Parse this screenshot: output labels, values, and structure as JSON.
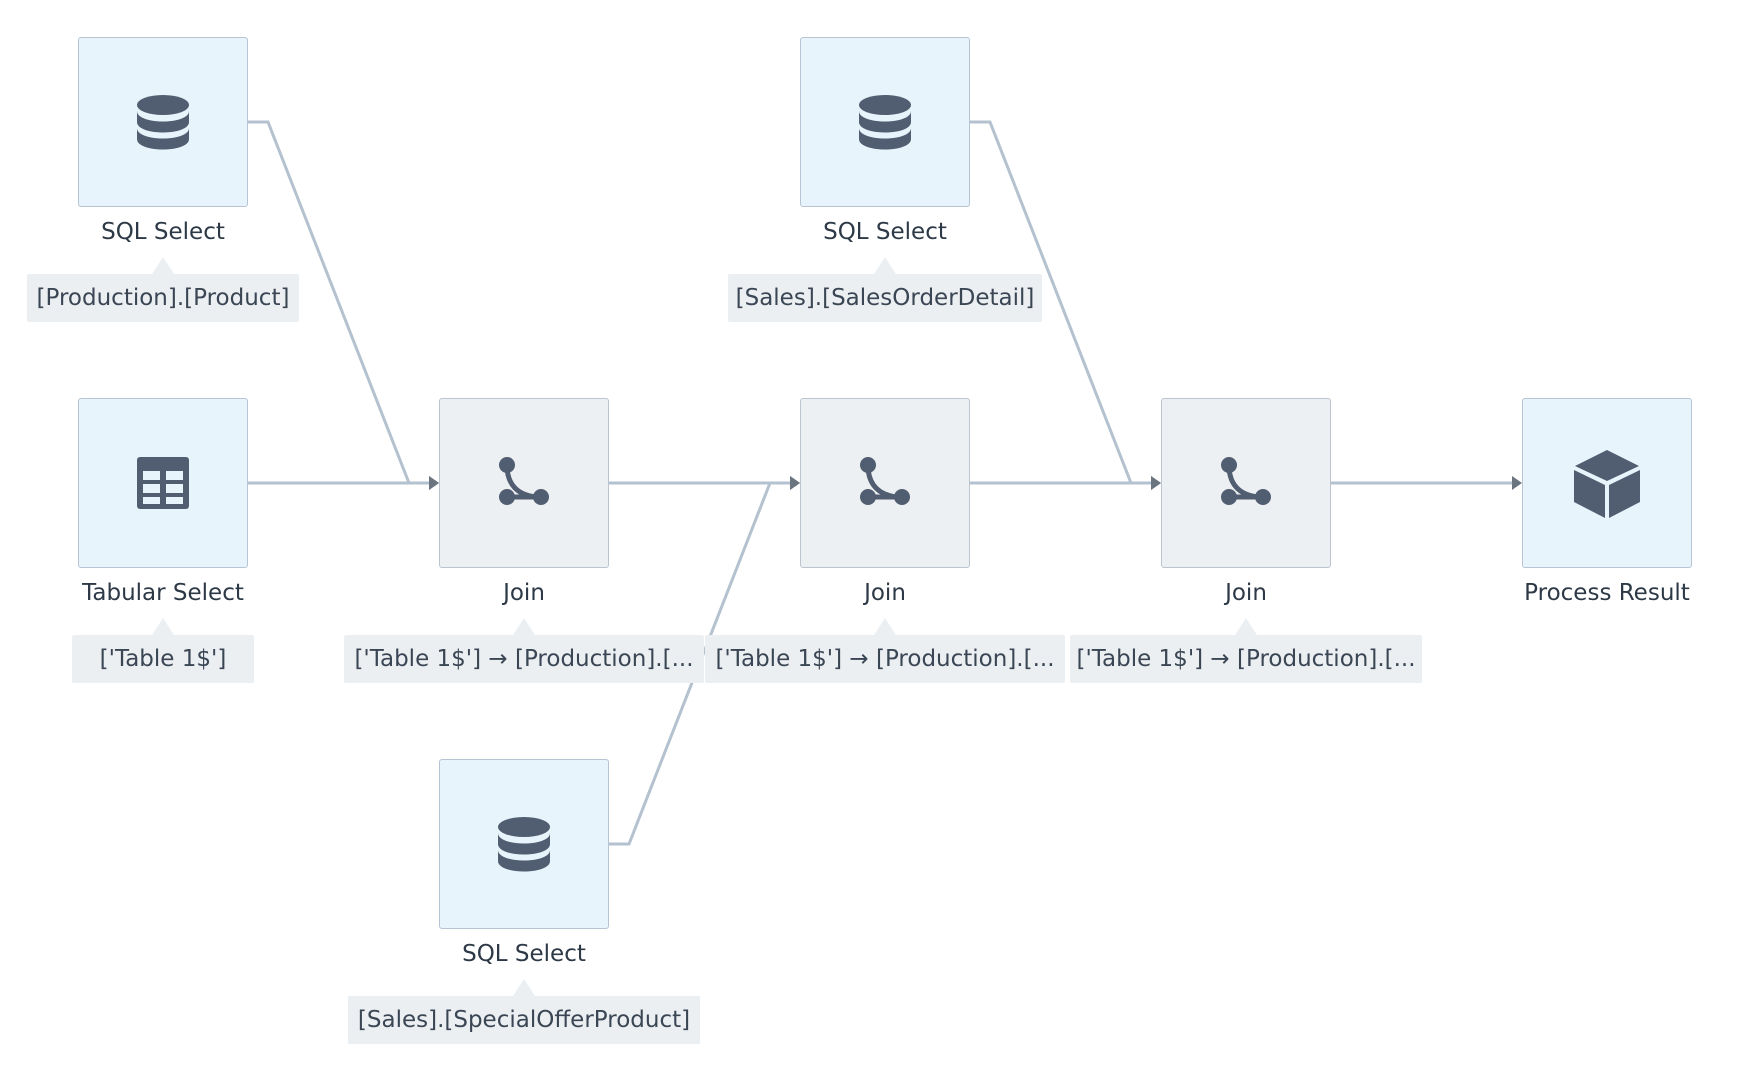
{
  "diagram": {
    "nodes": [
      {
        "id": "sql1",
        "icon": "database-icon",
        "title": "SQL Select",
        "tag": "[Production].[Product]"
      },
      {
        "id": "tab1",
        "icon": "table-icon",
        "title": "Tabular Select",
        "tag": "['Table 1$']"
      },
      {
        "id": "join1",
        "icon": "join-icon",
        "title": "Join",
        "tag": "['Table 1$'] → [Production].[..."
      },
      {
        "id": "sql3",
        "icon": "database-icon",
        "title": "SQL Select",
        "tag": "[Sales].[SpecialOfferProduct]"
      },
      {
        "id": "sql2",
        "icon": "database-icon",
        "title": "SQL Select",
        "tag": "[Sales].[SalesOrderDetail]"
      },
      {
        "id": "join2",
        "icon": "join-icon",
        "title": "Join",
        "tag": "['Table 1$'] → [Production].[..."
      },
      {
        "id": "join3",
        "icon": "join-icon",
        "title": "Join",
        "tag": "['Table 1$'] → [Production].[..."
      },
      {
        "id": "res",
        "icon": "cube-icon",
        "title": "Process Result",
        "tag": ""
      }
    ],
    "edges": [
      {
        "from": "sql1",
        "to": "join1"
      },
      {
        "from": "tab1",
        "to": "join1"
      },
      {
        "from": "join1",
        "to": "join2"
      },
      {
        "from": "sql3",
        "to": "join2"
      },
      {
        "from": "sql2",
        "to": "join3"
      },
      {
        "from": "join2",
        "to": "join3"
      },
      {
        "from": "join3",
        "to": "res"
      }
    ]
  },
  "colors": {
    "source_fill": "#e8f4fc",
    "op_fill": "#edf0f3",
    "edge": "#b4c1cf",
    "arrow": "#6b7580",
    "icon": "#515d70"
  }
}
